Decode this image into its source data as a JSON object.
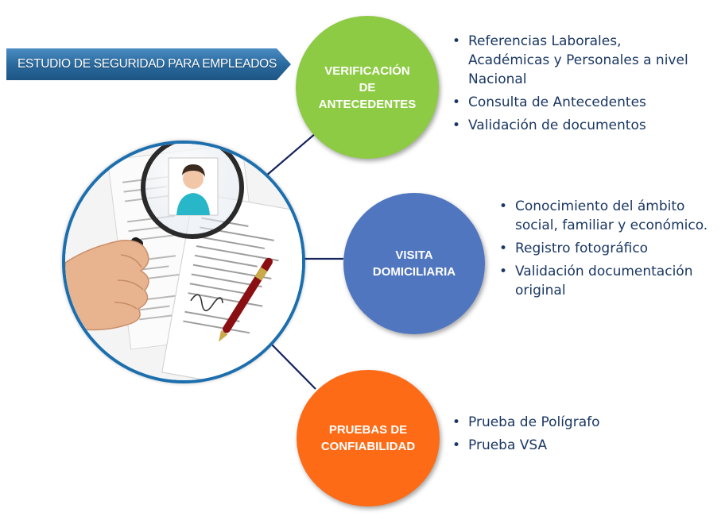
{
  "banner": {
    "title": "ESTUDIO DE SEGURIDAD PARA EMPLEADOS"
  },
  "nodes": [
    {
      "label": "VERIFICACIÓN\nDE\nANTECEDENTES",
      "color": "#8dcb45",
      "items": [
        "Referencias Laborales, Académicas y Personales a nivel Nacional",
        "Consulta de Antecedentes",
        "Validación de documentos"
      ]
    },
    {
      "label": "VISITA\nDOMICILIARIA",
      "color": "#5076bf",
      "items": [
        "Conocimiento del ámbito social, familiar y económico.",
        "Registro fotográfico",
        "Validación documentación original"
      ]
    },
    {
      "label": "PRUEBAS DE\nCONFIABILIDAD",
      "color": "#fd6b16",
      "items": [
        "Prueba de Polígrafo",
        "Prueba VSA"
      ]
    }
  ],
  "colors": {
    "banner": "#2a6a9e",
    "ring": "#1c6fae",
    "connector": "#16245e",
    "text": "#1a3763"
  },
  "photo": {
    "subject": "magnifying-glass-over-resume"
  }
}
